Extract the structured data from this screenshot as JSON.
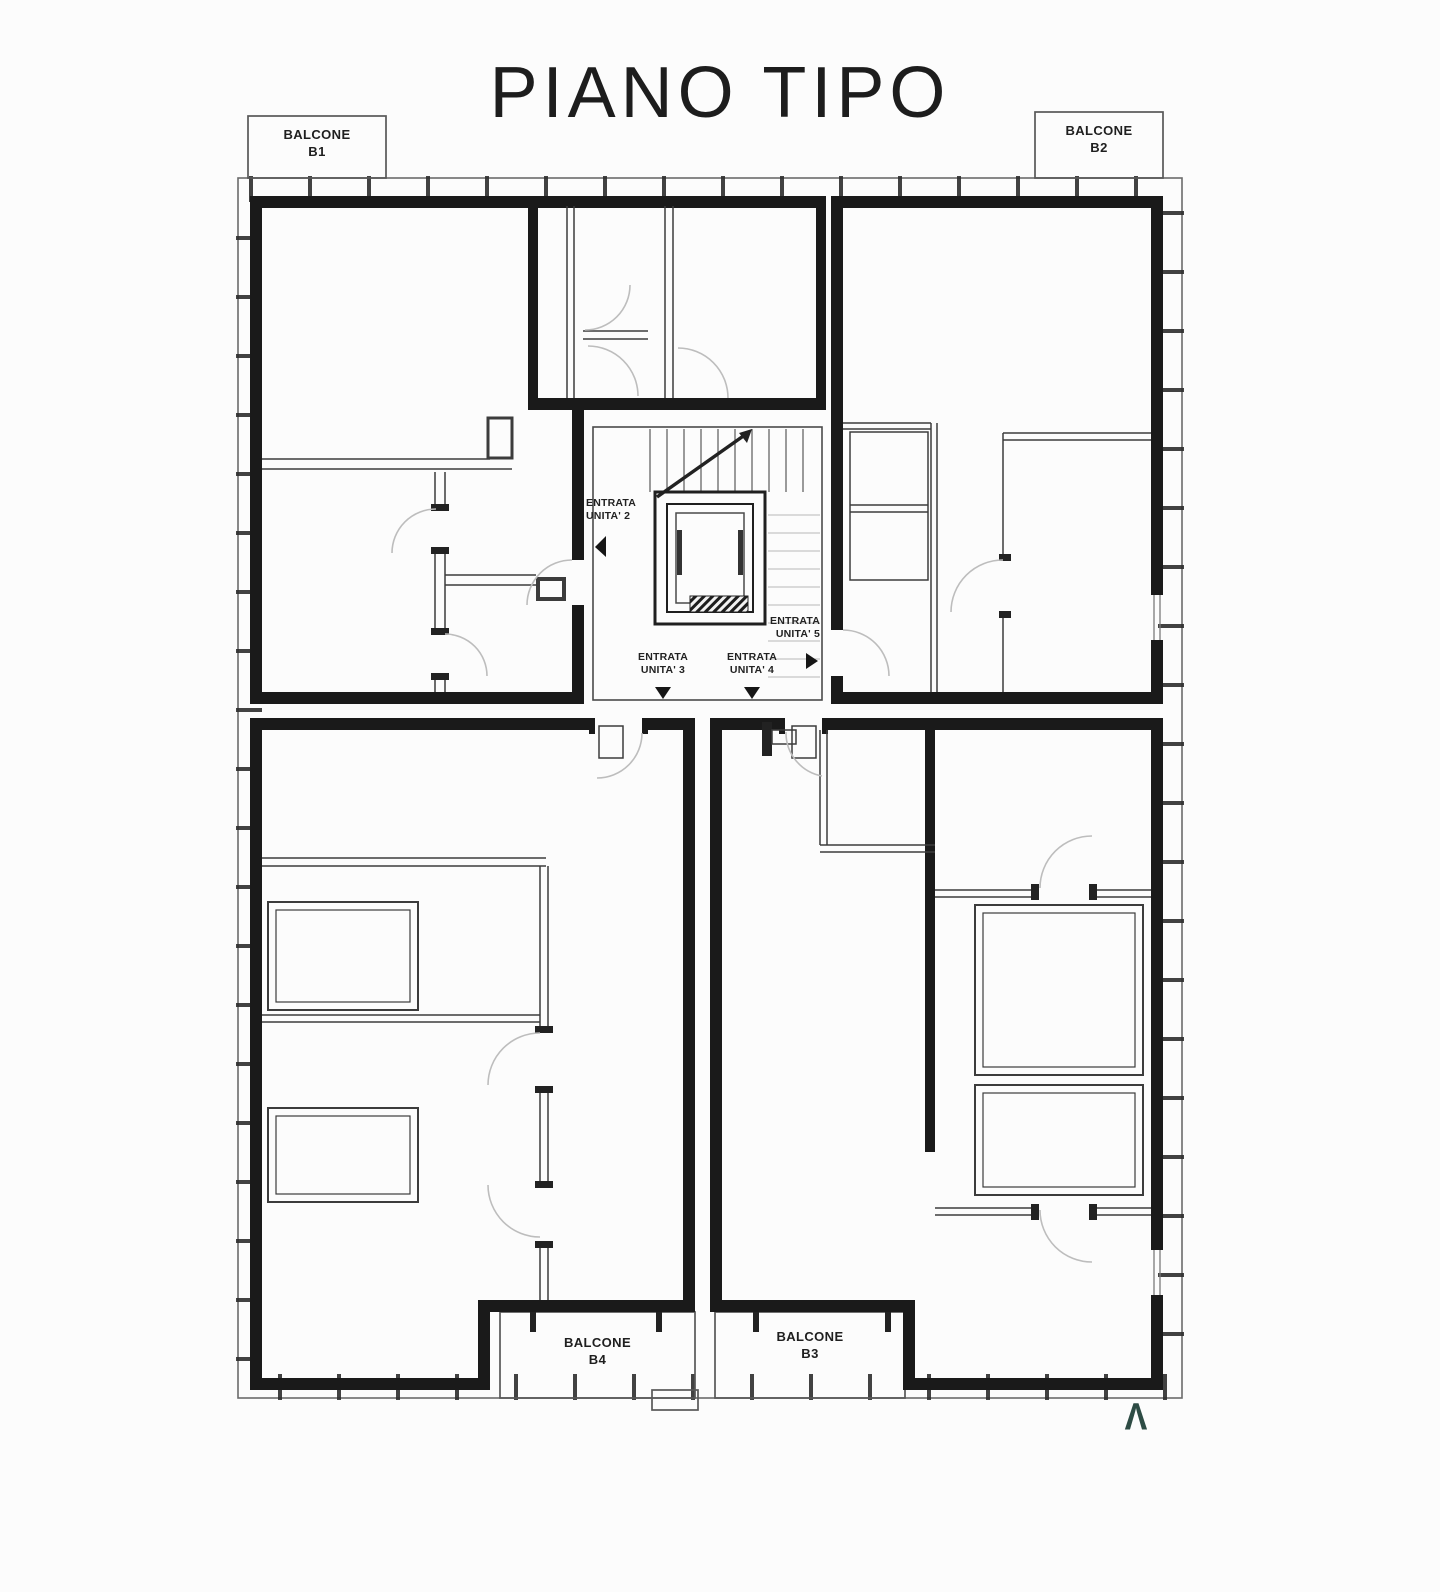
{
  "title": "PIANO TIPO",
  "plan": {
    "balconies": {
      "b1": {
        "name": "BALCONE",
        "code": "B1"
      },
      "b2": {
        "name": "BALCONE",
        "code": "B2"
      },
      "b3": {
        "name": "BALCONE",
        "code": "B3"
      },
      "b4": {
        "name": "BALCONE",
        "code": "B4"
      }
    },
    "entrances": {
      "unit2": {
        "line1": "ENTRATA",
        "line2": "UNITA' 2"
      },
      "unit3": {
        "line1": "ENTRATA",
        "line2": "UNITA' 3"
      },
      "unit4": {
        "line1": "ENTRATA",
        "line2": "UNITA' 4"
      },
      "unit5": {
        "line1": "ENTRATA",
        "line2": "UNITA' 5"
      }
    },
    "section_mark": "Λ"
  },
  "colors": {
    "ink": "#1a1a1a",
    "walls": "#1a1a1a",
    "door_arc": "#bdbdbd",
    "section_mark": "#2d4b44",
    "paper": "#fcfcfc"
  }
}
